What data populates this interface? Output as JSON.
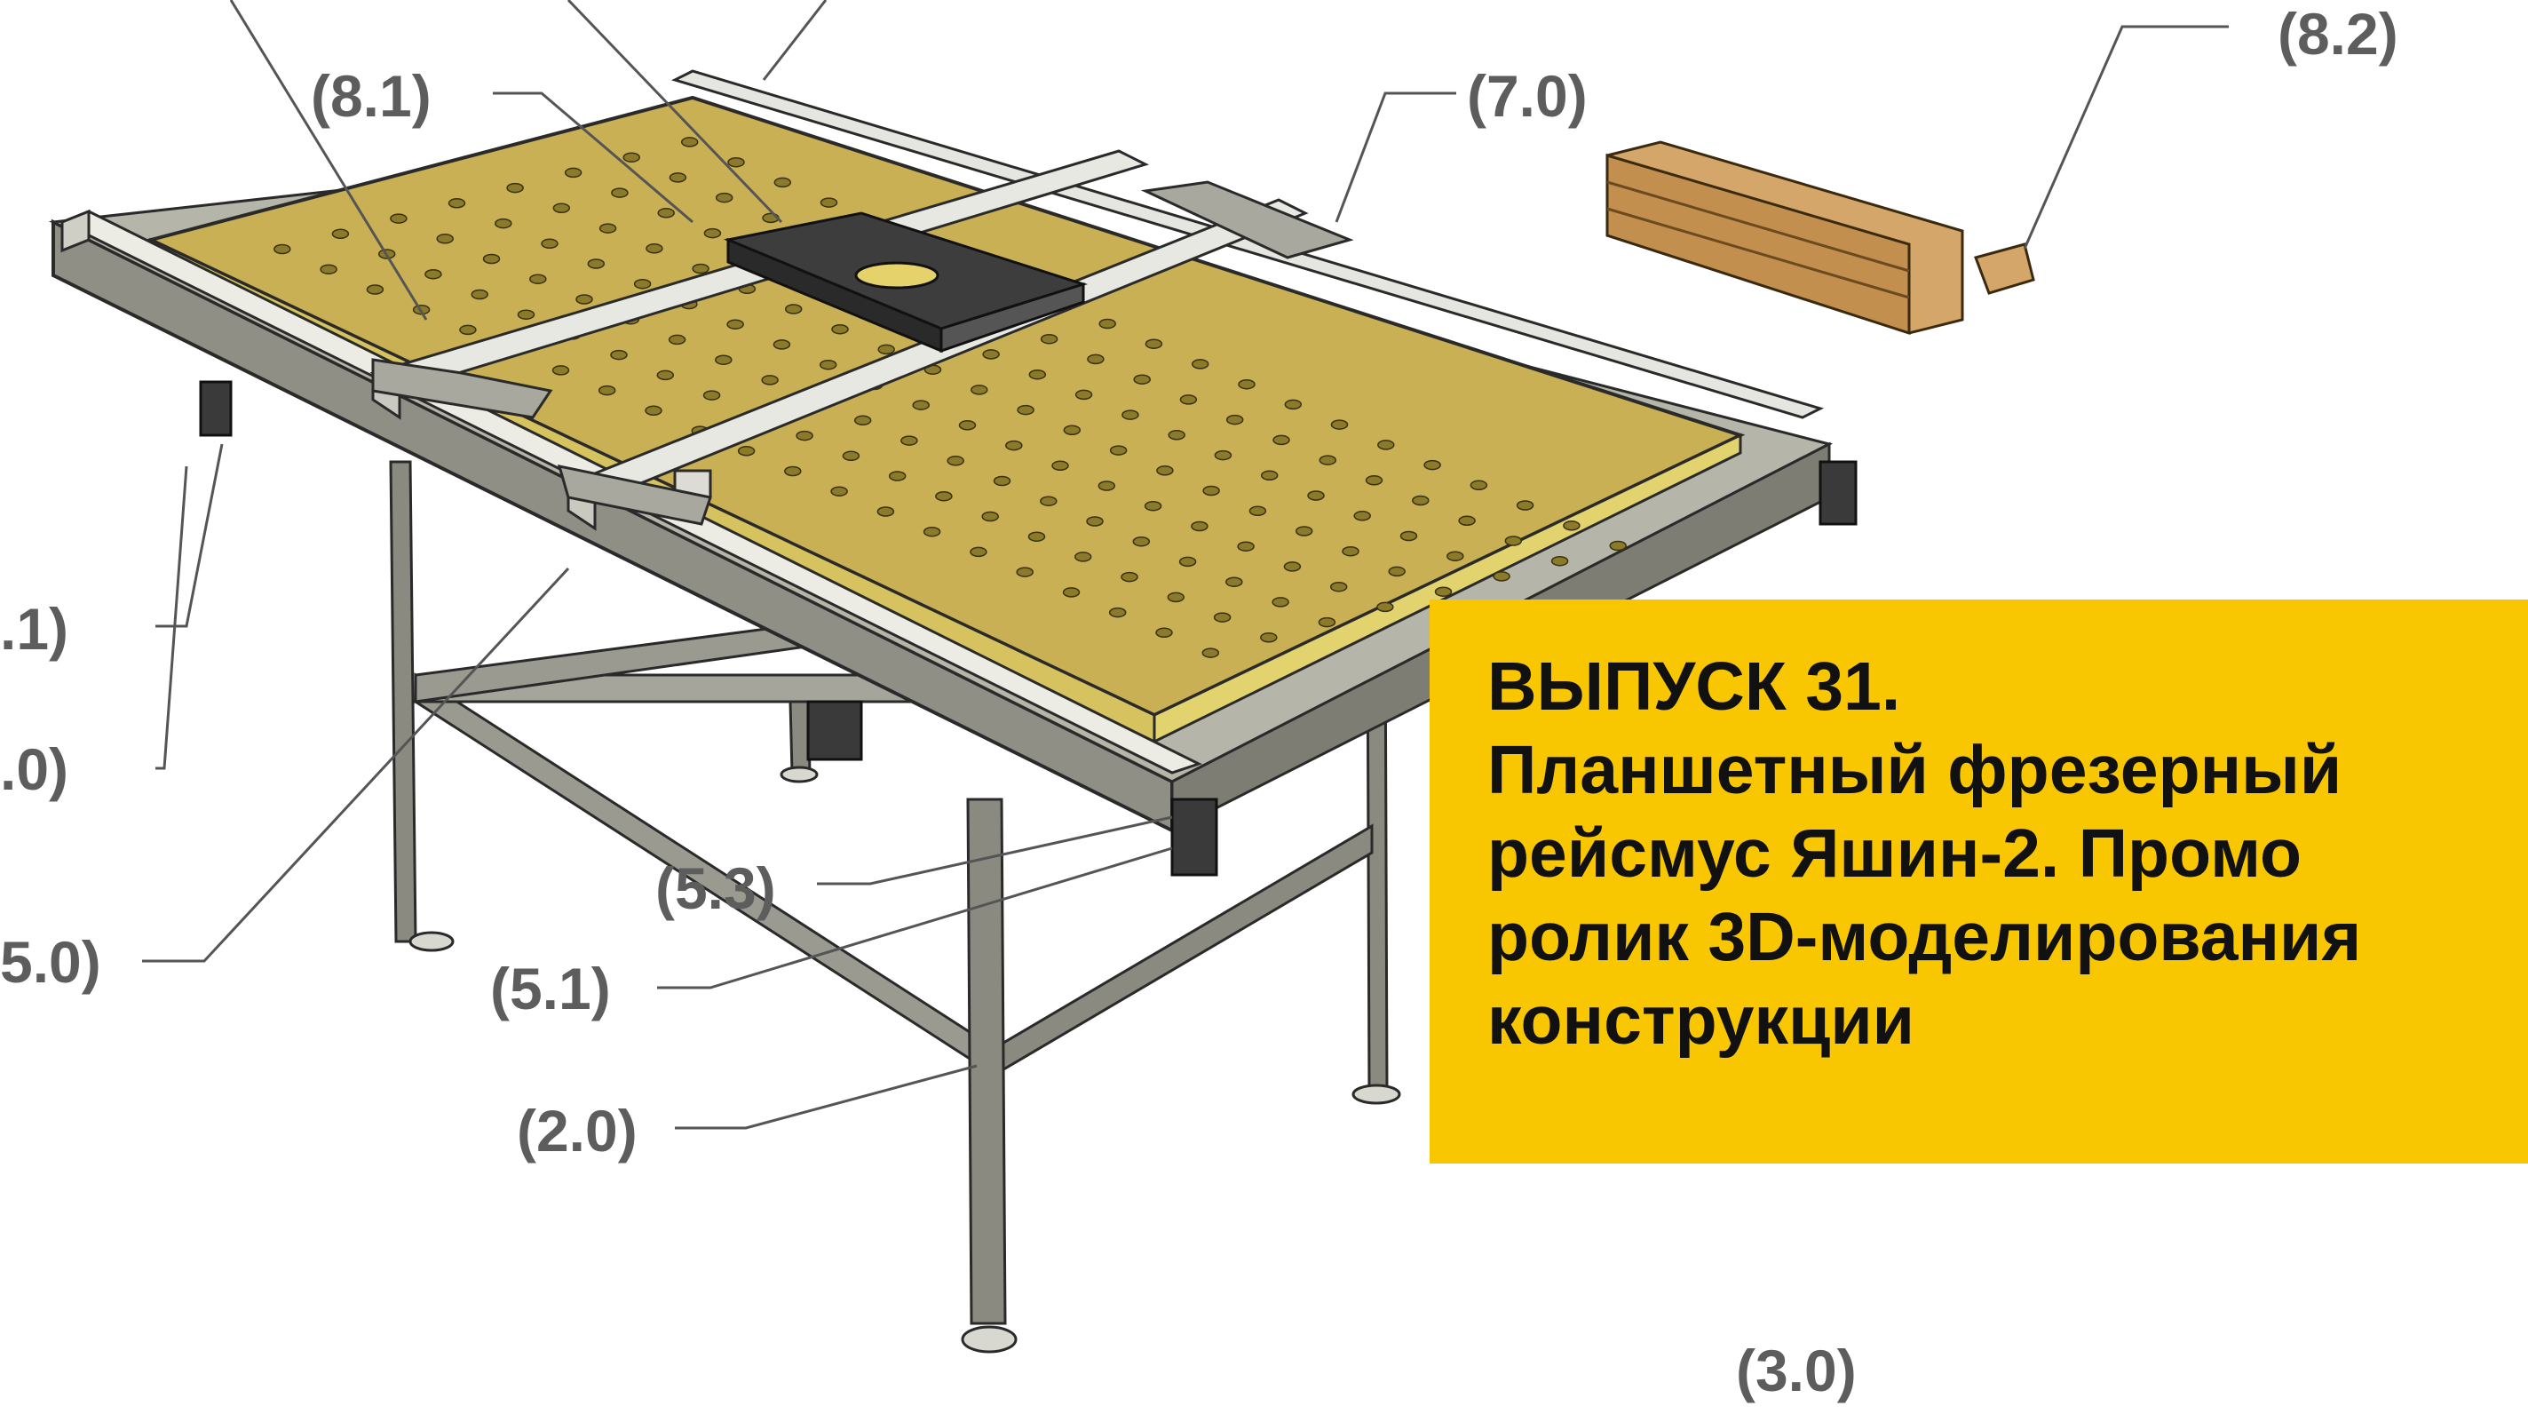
{
  "labels": {
    "c_8_1": "(8.1)",
    "c_7_0": "(7.0)",
    "c_8_2": "(8.2)",
    "c_1_1": ".1)",
    "c_1_0": ".0)",
    "c_5_0": "5.0)",
    "c_5_3": "(5.3)",
    "c_5_1": "(5.1)",
    "c_2_0": "(2.0)",
    "c_3_0": "(3.0)"
  },
  "banner": {
    "line1": "ВЫПУСК 31.",
    "line2": "Планшетный фрезерный",
    "line3": "рейсмус Яшин-2. Промо",
    "line4": "ролик 3D-моделирования",
    "line5": "конструкции"
  },
  "colors": {
    "banner_bg": "#f9c602",
    "board": "#c9b055",
    "frame": "#8a8a80",
    "rail": "#e6e6e0",
    "callout": "#5d5d5d"
  }
}
